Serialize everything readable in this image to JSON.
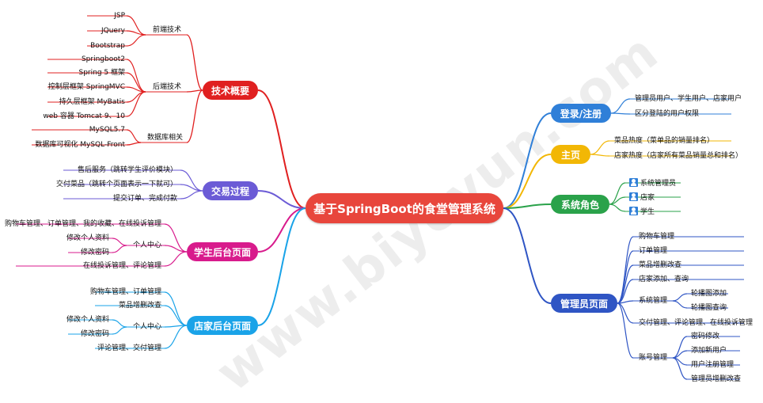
{
  "central": {
    "label": "基于SpringBoot的食堂管理系统",
    "color": "#e8463c"
  },
  "watermark": "www.biyeyun.com",
  "corner_mark": "",
  "branches": {
    "tech": {
      "label": "技术概要",
      "color": "#e02020",
      "groups": {
        "frontend": {
          "label": "前端技术",
          "items": [
            "JSP",
            "JQuery",
            "Bootstrap"
          ]
        },
        "backend": {
          "label": "后端技术",
          "items": [
            "Springboot2",
            "Spring 5 框架",
            "控制层框架 SpringMVC",
            "持久层框架 MyBatis",
            "web 容器 Tomcat 9、10"
          ]
        },
        "database": {
          "label": "数据库相关",
          "items": [
            "MySQL5.7",
            "数据库可视化 MySQL-Front"
          ]
        }
      }
    },
    "trade": {
      "label": "交易过程",
      "color": "#6b5bd6",
      "items": [
        "售后服务（跳转学生评价模块）",
        "交付菜品（跳转个页面表示一下就可）",
        "提交订单、完成付款"
      ]
    },
    "student": {
      "label": "学生后台页面",
      "color": "#d81b8c",
      "items": [
        "购物车管理、订单管理、我的收藏、在线投诉管理",
        "在线投诉管理、评论管理"
      ],
      "personal": {
        "label": "个人中心",
        "items": [
          "修改个人资料",
          "修改密码"
        ]
      }
    },
    "store": {
      "label": "店家后台页面",
      "color": "#1aa3e8",
      "items": [
        "购物车管理、订单管理",
        "菜品增删改查",
        "评论管理、交付管理"
      ],
      "personal": {
        "label": "个人中心",
        "items": [
          "修改个人资料",
          "修改密码"
        ]
      }
    },
    "login": {
      "label": "登录/注册",
      "color": "#2f7fd8",
      "items": [
        "管理员用户、学生用户、店家用户",
        "区分登陆的用户权限"
      ]
    },
    "home": {
      "label": "主页",
      "color": "#f2b705",
      "items": [
        "菜品热度（菜单品的销量排名）",
        "店家热度（店家所有菜品销量总和排名）"
      ]
    },
    "roles": {
      "label": "系统角色",
      "color": "#2aa24a",
      "items": [
        "系统管理员",
        "店家",
        "学生"
      ]
    },
    "admin": {
      "label": "管理员页面",
      "color": "#2f55c4",
      "items": [
        "购物车管理",
        "订单管理",
        "菜品增删改查",
        "店家添加、查询",
        "交付管理、评论管理、在线投诉管理"
      ],
      "system": {
        "label": "系统管理",
        "items": [
          "轮播图添加",
          "轮播图查询"
        ]
      },
      "account": {
        "label": "账号管理",
        "items": [
          "密码修改",
          "添加新用户",
          "用户注册管理",
          "管理员增删改查"
        ]
      }
    }
  }
}
